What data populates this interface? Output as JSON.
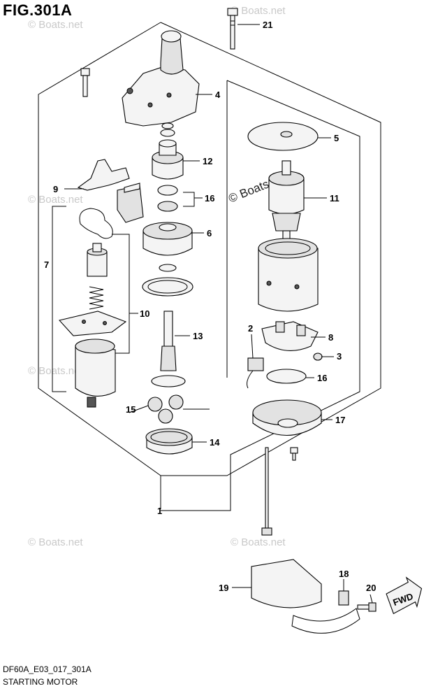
{
  "figure": {
    "title": "FIG.301A",
    "code": "DF60A_E03_017_301A",
    "caption": "STARTING MOTOR",
    "watermark": "© Boats.net",
    "fwd_label": "FWD"
  },
  "callouts": [
    "1",
    "2",
    "3",
    "4",
    "5",
    "6",
    "7",
    "8",
    "9",
    "10",
    "11",
    "12",
    "13",
    "14",
    "15",
    "16",
    "16",
    "17",
    "18",
    "19",
    "20",
    "21"
  ]
}
